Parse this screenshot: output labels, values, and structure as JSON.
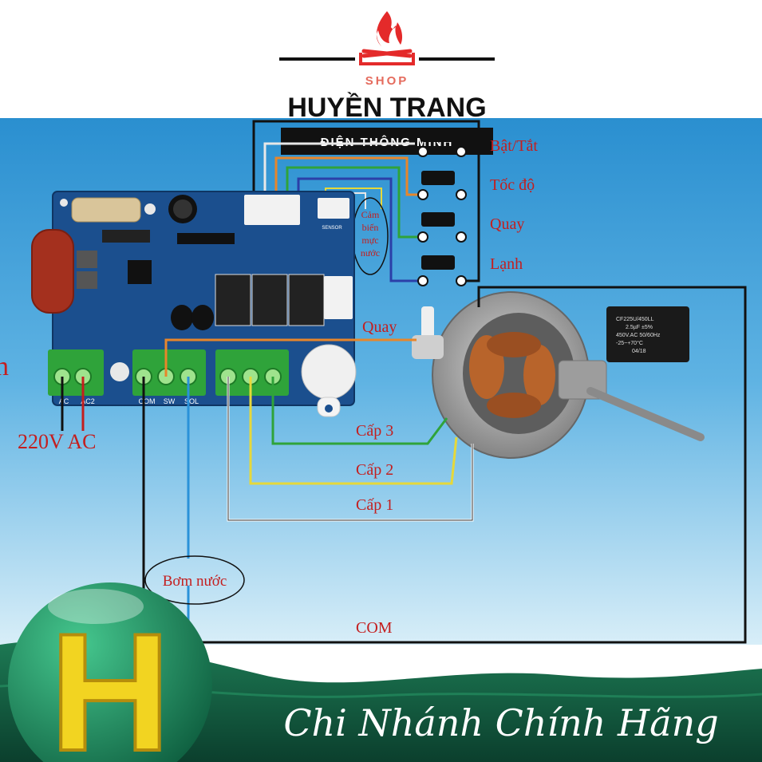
{
  "brand": {
    "shop": "SHOP",
    "name": "HUYỀN TRANG",
    "tagline": "ĐIỆN THÔNG MINH",
    "logo_icon": "campfire-icon"
  },
  "switches": {
    "on_off": "Bật/Tắt",
    "speed": "Tốc độ",
    "swing": "Quay",
    "cool": "Lạnh"
  },
  "sensor_label": [
    "Cảm",
    "biến",
    "mực",
    "nước"
  ],
  "board": {
    "terminal_labels": [
      "AC",
      "AC2",
      "COM",
      "SW",
      "SOL"
    ],
    "sensor_header": "SENSOR"
  },
  "wiring": {
    "swing_wire": "Quay",
    "power": "220V AC",
    "speed_3": "Cấp 3",
    "speed_2": "Cấp 2",
    "speed_1": "Cấp 1",
    "pump": "Bơm nước",
    "com": "COM",
    "left_edge_char": "n"
  },
  "capacitor": {
    "line1": "CF225U/450LL",
    "line2": "2.5µF ±5%",
    "line3": "450V.AC 50/60Hz",
    "line4": "-25~+70°C",
    "line5": "04/18"
  },
  "footer": {
    "badge_letter": "H",
    "text": "Chi Nhánh Chính Hãng"
  },
  "colors": {
    "sky": "#2e93d1",
    "board": "#1b4f8e",
    "terminal": "#2fa33a",
    "label_red": "#c41e1e",
    "footer_green": "#12573f",
    "badge_yellow": "#f2d421"
  }
}
